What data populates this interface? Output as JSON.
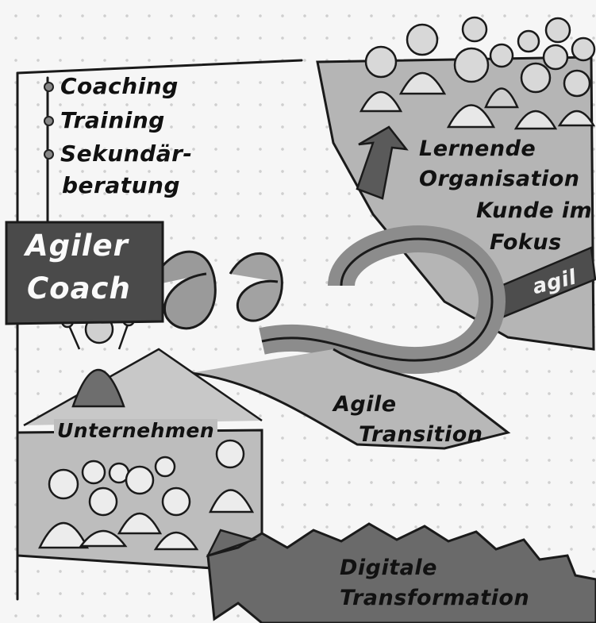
{
  "consultant_services": [
    "Coaching",
    "Training",
    "Sekundär-",
    "beratung"
  ],
  "coach_sign": {
    "line1": "Agiler",
    "line2": "Coach"
  },
  "company_label": "Unternehmen",
  "transition_label": {
    "line1": "Agile",
    "line2": "Transition"
  },
  "target_state": {
    "line1": "Lernende",
    "line2": "Organisation",
    "line3": "Kunde im",
    "line4": "Fokus"
  },
  "ribbon_tag": "agil",
  "driver_label": {
    "line1": "Digitale",
    "line2": "Transformation"
  },
  "colors": {
    "ink": "#1a1a1a",
    "light_gray": "#b3b3b3",
    "mid_gray": "#8a8a8a",
    "dark_gray": "#555555",
    "sign": "#4a4a4a"
  }
}
